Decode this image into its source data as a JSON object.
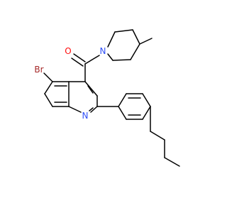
{
  "molecule": {
    "atoms": {
      "oxygen": {
        "symbol": "O",
        "color": "#ff0d0d"
      },
      "ring_nitrogen": {
        "symbol": "N",
        "color": "#3050f8"
      },
      "quinoline_nitrogen": {
        "symbol": "N",
        "color": "#3050f8"
      },
      "bromine": {
        "symbol": "Br",
        "color": "#a62929"
      }
    },
    "bond_color": "#000000"
  }
}
